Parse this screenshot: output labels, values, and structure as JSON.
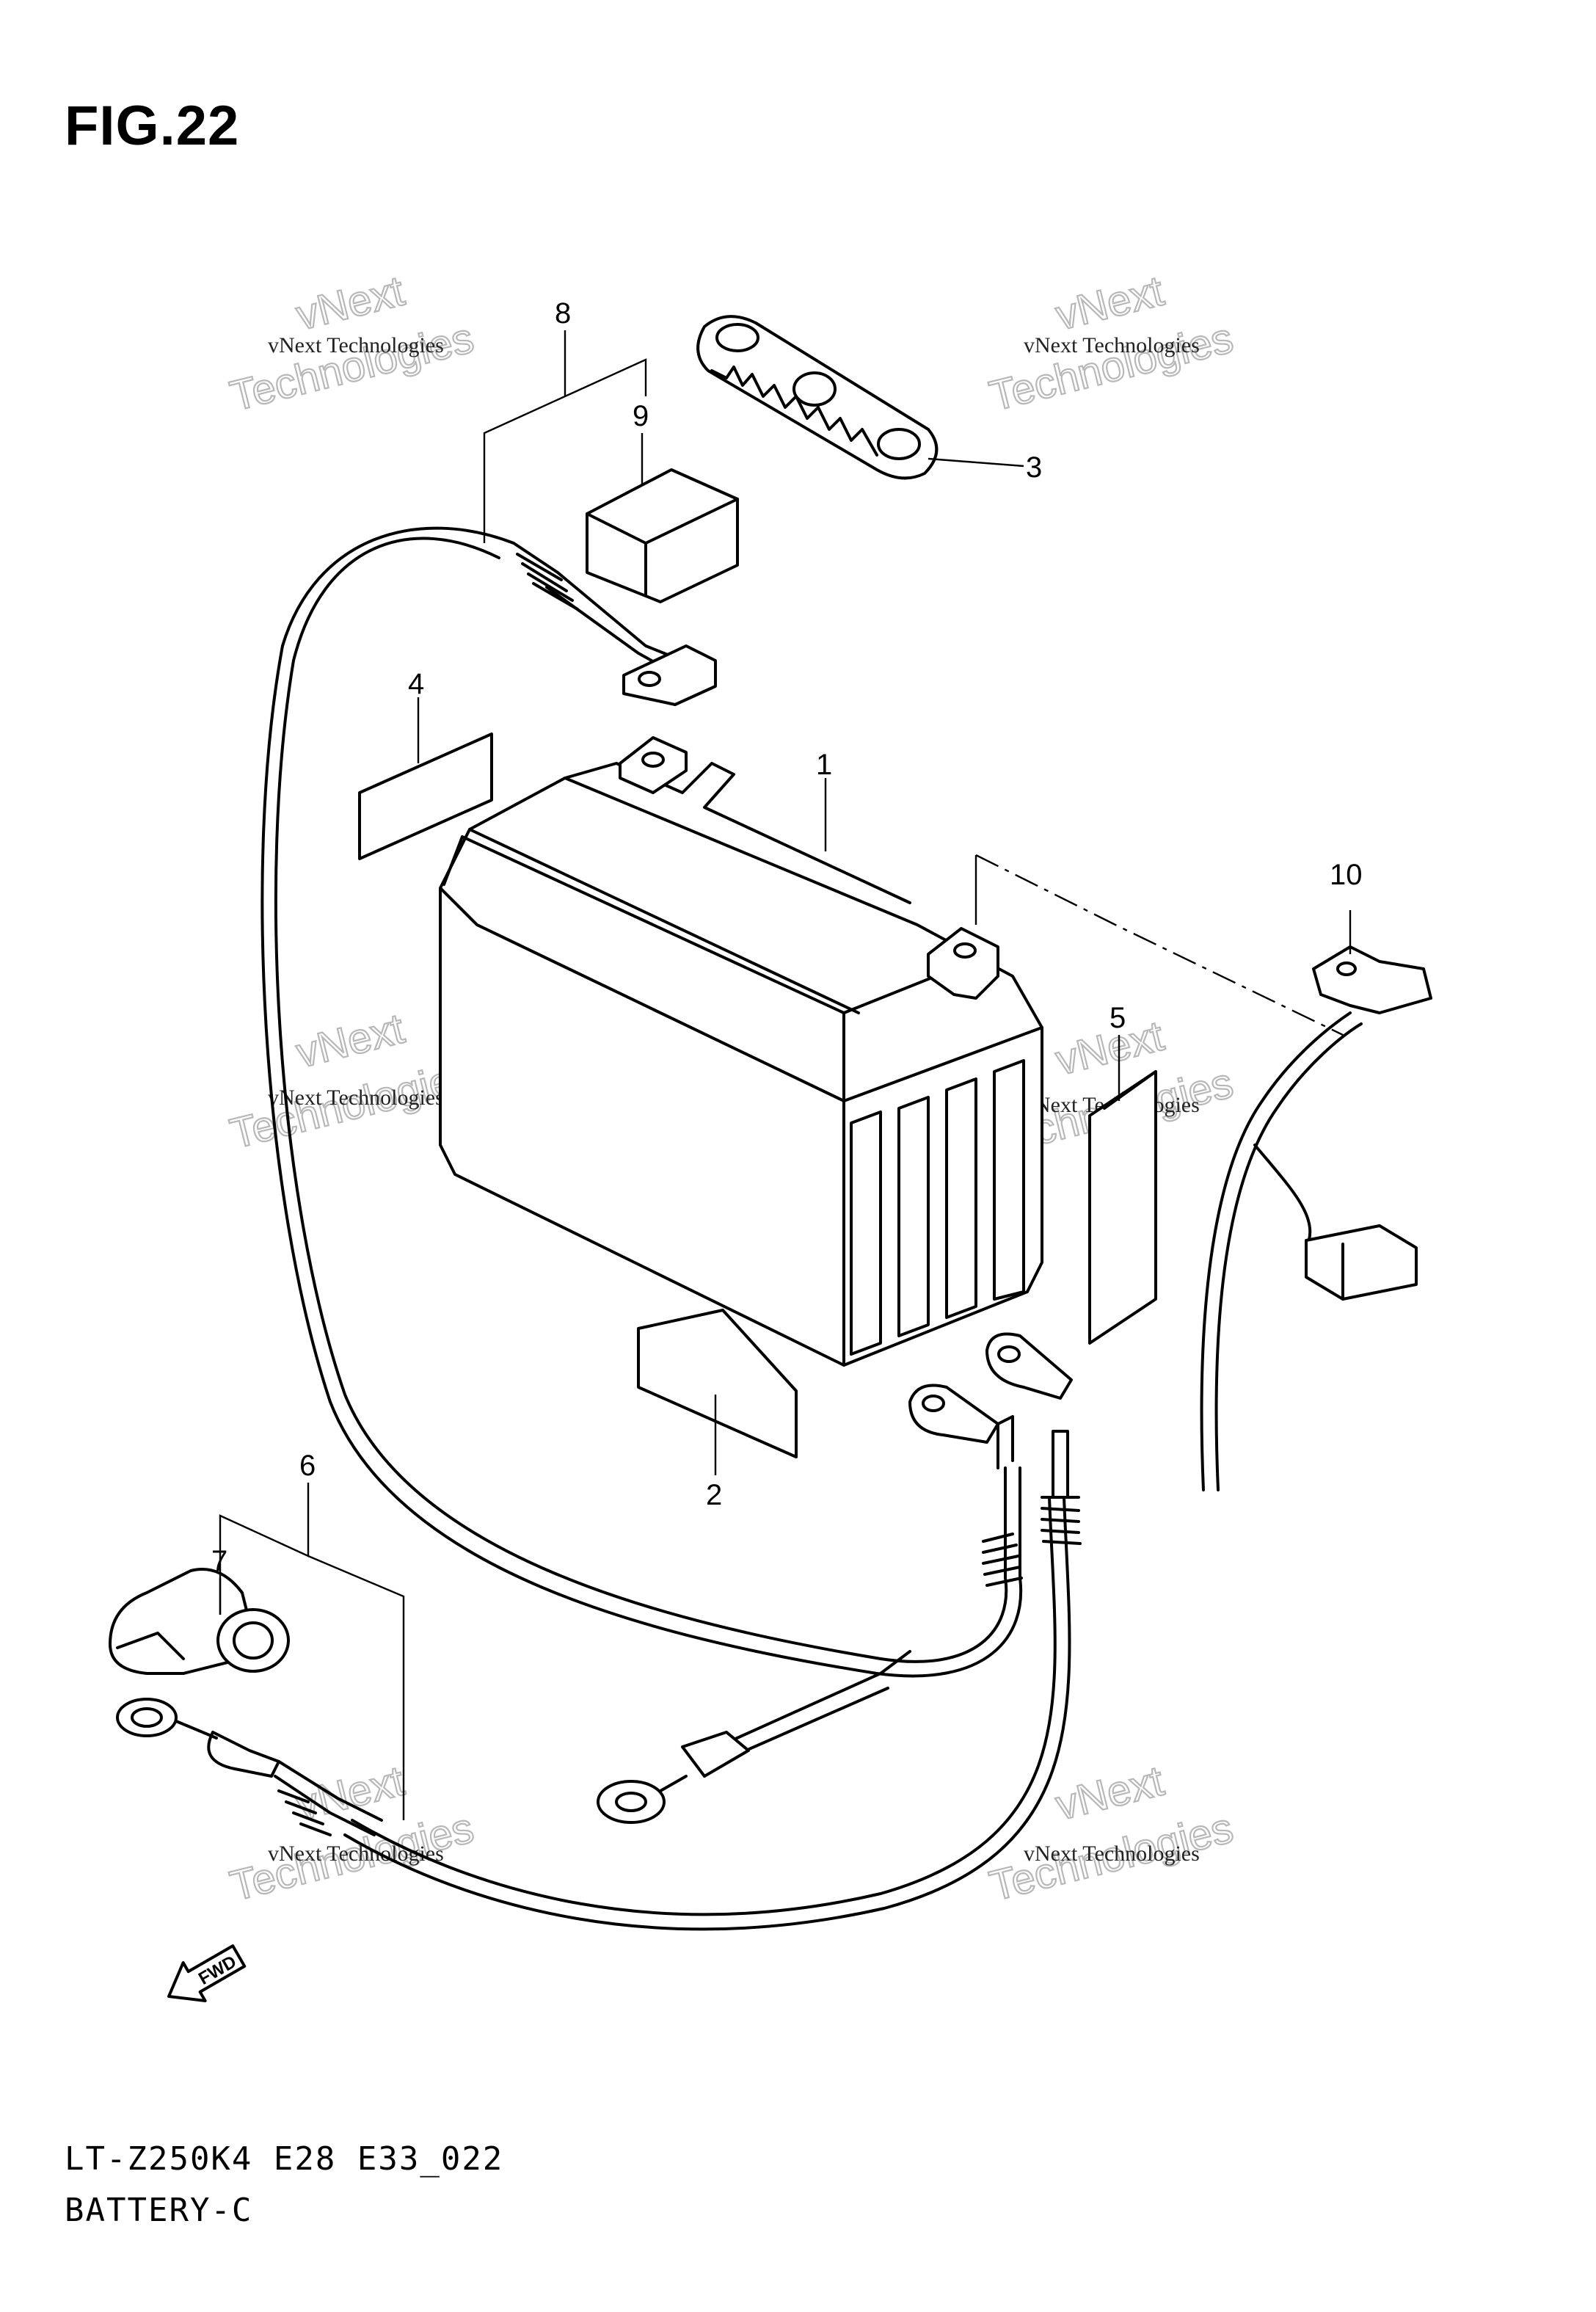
{
  "figure": {
    "title": "FIG.22",
    "model_code": "LT-Z250K4 E28 E33_022",
    "section": "BATTERY-C"
  },
  "callouts": [
    {
      "id": "1",
      "label": "1"
    },
    {
      "id": "2",
      "label": "2"
    },
    {
      "id": "3",
      "label": "3"
    },
    {
      "id": "4",
      "label": "4"
    },
    {
      "id": "5",
      "label": "5"
    },
    {
      "id": "6",
      "label": "6"
    },
    {
      "id": "7",
      "label": "7"
    },
    {
      "id": "8",
      "label": "8"
    },
    {
      "id": "9",
      "label": "9"
    },
    {
      "id": "10",
      "label": "10"
    }
  ],
  "direction_marker": {
    "label": "FWD",
    "icon": "fwd-arrow-icon"
  },
  "watermark": {
    "line1": "vNext",
    "line2": "Technologies",
    "small": "vNext Technologies"
  }
}
